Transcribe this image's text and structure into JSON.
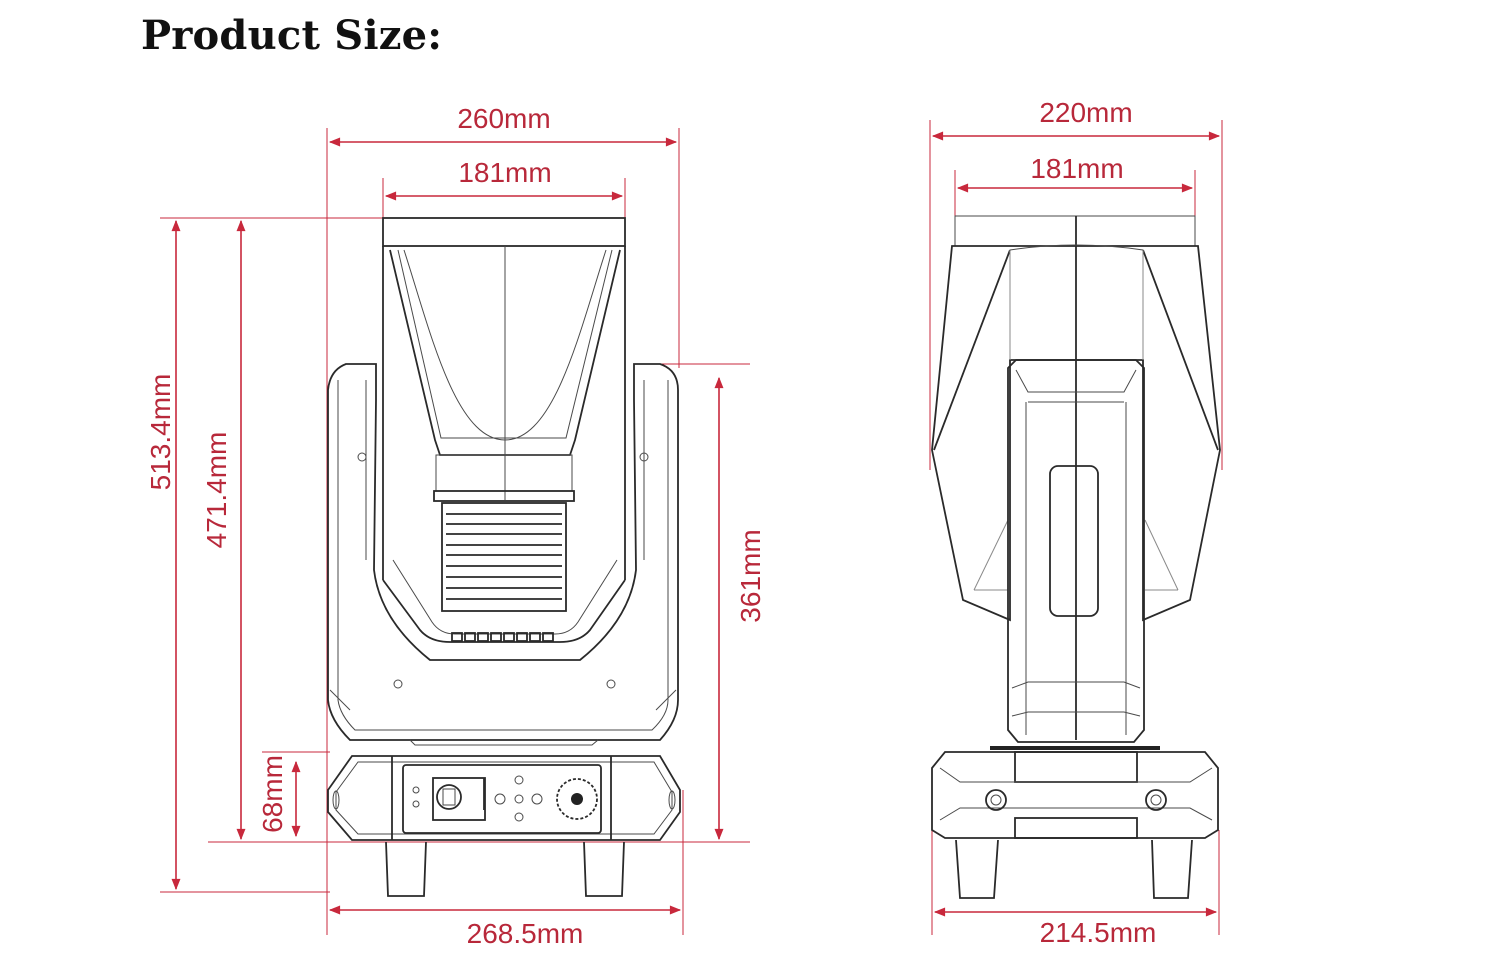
{
  "title": "Product Size:",
  "colors": {
    "dimension": "#c8283c",
    "outline": "#2a2a2a",
    "background": "#ffffff"
  },
  "front_view": {
    "name": "front-view",
    "dimensions": {
      "overall_width": "260mm",
      "head_width": "181mm",
      "overall_height": "513.4mm",
      "height_without_feet": "471.4mm",
      "yoke_height": "361mm",
      "base_height": "68mm",
      "base_width": "268.5mm"
    }
  },
  "side_view": {
    "name": "side-view",
    "dimensions": {
      "overall_width": "220mm",
      "head_width": "181mm",
      "base_width": "214.5mm"
    }
  }
}
